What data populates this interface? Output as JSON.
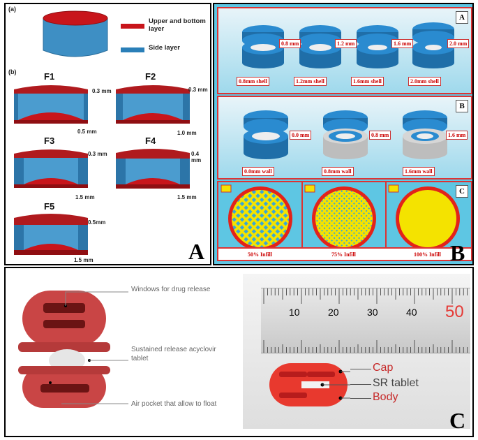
{
  "panelA": {
    "sub_a": "(a)",
    "sub_b": "(b)",
    "legend": [
      {
        "label": "Upper and bottom layer",
        "color": "#c8151b"
      },
      {
        "label": "Side layer",
        "color": "#2a7fb8"
      }
    ],
    "formulations": [
      {
        "name": "F1",
        "top": "0.3 mm",
        "side": "0.5 mm"
      },
      {
        "name": "F2",
        "top": "0.3 mm",
        "side": "1.0 mm"
      },
      {
        "name": "F3",
        "top": "0.3 mm",
        "side": "1.5 mm"
      },
      {
        "name": "F4",
        "top": "0.4 mm",
        "side": "1.5 mm"
      },
      {
        "name": "F5",
        "top": "0.5mm",
        "side": "1.5 mm"
      }
    ],
    "letter": "A"
  },
  "panelB": {
    "rows": [
      {
        "tag": "A",
        "captions": [
          "0.8mm shell",
          "1.2mm shell",
          "1.6mm shell",
          "2.0mm shell"
        ],
        "dims": [
          "0.8 mm",
          "1.2 mm",
          "1.6 mm",
          "2.0 mm"
        ]
      },
      {
        "tag": "B",
        "captions": [
          "0.0mm wall",
          "0.8mm wall",
          "1.6mm wall"
        ],
        "dims": [
          "0.0 mm",
          "0.8 mm",
          "1.6 mm"
        ]
      },
      {
        "tag": "C",
        "captions": [
          "50% Infill",
          "75% Infill",
          "100% Infill"
        ]
      }
    ],
    "letter": "B"
  },
  "panelC": {
    "annotations": [
      "Windows for drug release",
      "Sustained release acyclovir tablet",
      "Air pocket that allow to float"
    ],
    "ruler_ticks": [
      "10",
      "20",
      "30",
      "40",
      "50"
    ],
    "photo_labels": [
      "Cap",
      "SR tablet",
      "Body"
    ],
    "photo_label_colors": [
      "#c62828",
      "#444444",
      "#c62828"
    ],
    "letter": "C"
  }
}
